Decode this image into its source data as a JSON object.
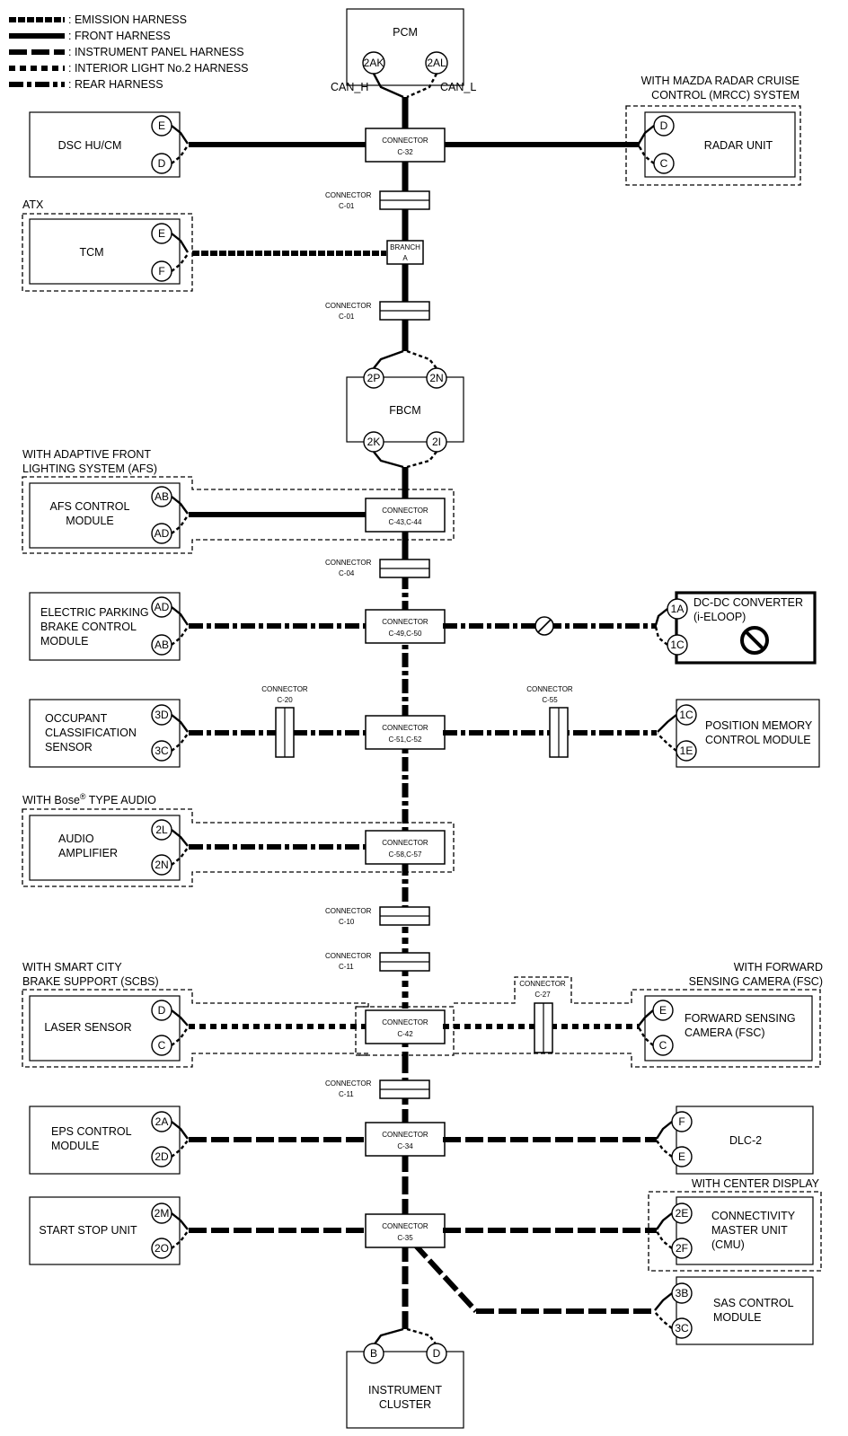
{
  "legend": [
    {
      "name": "emission",
      "label": ": EMISSION HARNESS"
    },
    {
      "name": "front",
      "label": ": FRONT HARNESS"
    },
    {
      "name": "instrument-panel",
      "label": ": INSTRUMENT PANEL HARNESS"
    },
    {
      "name": "interior-light",
      "label": ": INTERIOR LIGHT No.2 HARNESS"
    },
    {
      "name": "rear",
      "label": ": REAR HARNESS"
    }
  ],
  "modules": {
    "pcm": "PCM",
    "dsc": "DSC HU/CM",
    "radar": "RADAR UNIT",
    "tcm": "TCM",
    "fbcm": "FBCM",
    "afs": [
      "AFS CONTROL",
      "MODULE"
    ],
    "epb": [
      "ELECTRIC PARKING",
      "BRAKE CONTROL",
      "MODULE"
    ],
    "dcdc": [
      "DC-DC CONVERTER",
      "(i-ELOOP)"
    ],
    "ocs": [
      "OCCUPANT",
      "CLASSIFICATION",
      "SENSOR"
    ],
    "pmcm": [
      "POSITION MEMORY",
      "CONTROL MODULE"
    ],
    "amp": [
      "AUDIO",
      "AMPLIFIER"
    ],
    "laser": "LASER SENSOR",
    "fsc": [
      "FORWARD SENSING",
      "CAMERA (FSC)"
    ],
    "eps": [
      "EPS CONTROL",
      "MODULE"
    ],
    "dlc": "DLC-2",
    "ssu": "START STOP UNIT",
    "cmu": [
      "CONNECTIVITY",
      "MASTER UNIT",
      "(CMU)"
    ],
    "sas": [
      "SAS CONTROL",
      "MODULE"
    ],
    "ic": [
      "INSTRUMENT",
      "CLUSTER"
    ]
  },
  "options": {
    "mrcc": [
      "WITH MAZDA RADAR CRUISE",
      "CONTROL (MRCC) SYSTEM"
    ],
    "atx": "ATX",
    "afs": [
      "WITH ADAPTIVE FRONT",
      "LIGHTING SYSTEM (AFS)"
    ],
    "bose_pre": "WITH Bose",
    "bose_reg": "®",
    "bose_post": " TYPE AUDIO",
    "scbs": [
      "WITH SMART CITY",
      "BRAKE SUPPORT (SCBS)"
    ],
    "fsc": [
      "WITH FORWARD",
      "SENSING CAMERA (FSC)"
    ],
    "center": "WITH CENTER DISPLAY"
  },
  "signals": {
    "can_h": "CAN_H",
    "can_l": "CAN_L"
  },
  "connector_word": "CONNECTOR",
  "connectors": {
    "c32": "C-32",
    "c01a": "C-01",
    "c01b": "C-01",
    "c4344": "C-43,C-44",
    "c04": "C-04",
    "c4950": "C-49,C-50",
    "c20": "C-20",
    "c5152": "C-51,C-52",
    "c55": "C-55",
    "c5857": "C-58,C-57",
    "c10": "C-10",
    "c11a": "C-11",
    "c27": "C-27",
    "c42": "C-42",
    "c11b": "C-11",
    "c34": "C-34",
    "c35": "C-35"
  },
  "branch": {
    "word": "BRANCH",
    "id": "A"
  },
  "pins": {
    "pcm_h": "2AK",
    "pcm_l": "2AL",
    "dsc_h": "E",
    "dsc_l": "D",
    "radar_h": "D",
    "radar_l": "C",
    "tcm_h": "E",
    "tcm_l": "F",
    "fbcm_top_h": "2P",
    "fbcm_top_l": "2N",
    "fbcm_bot_h": "2K",
    "fbcm_bot_l": "2I",
    "afs_h": "AB",
    "afs_l": "AD",
    "epb_h": "AD",
    "epb_l": "AB",
    "dcdc_h": "1A",
    "dcdc_l": "1C",
    "ocs_h": "3D",
    "ocs_l": "3C",
    "pmcm_h": "1C",
    "pmcm_l": "1E",
    "amp_h": "2L",
    "amp_l": "2N",
    "laser_h": "D",
    "laser_l": "C",
    "fsc_h": "E",
    "fsc_l": "C",
    "eps_h": "2A",
    "eps_l": "2D",
    "dlc_h": "F",
    "dlc_l": "E",
    "ssu_h": "2M",
    "ssu_l": "2O",
    "cmu_h": "2E",
    "cmu_l": "2F",
    "sas_h": "3B",
    "sas_l": "3C",
    "ic_h": "B",
    "ic_l": "D"
  }
}
